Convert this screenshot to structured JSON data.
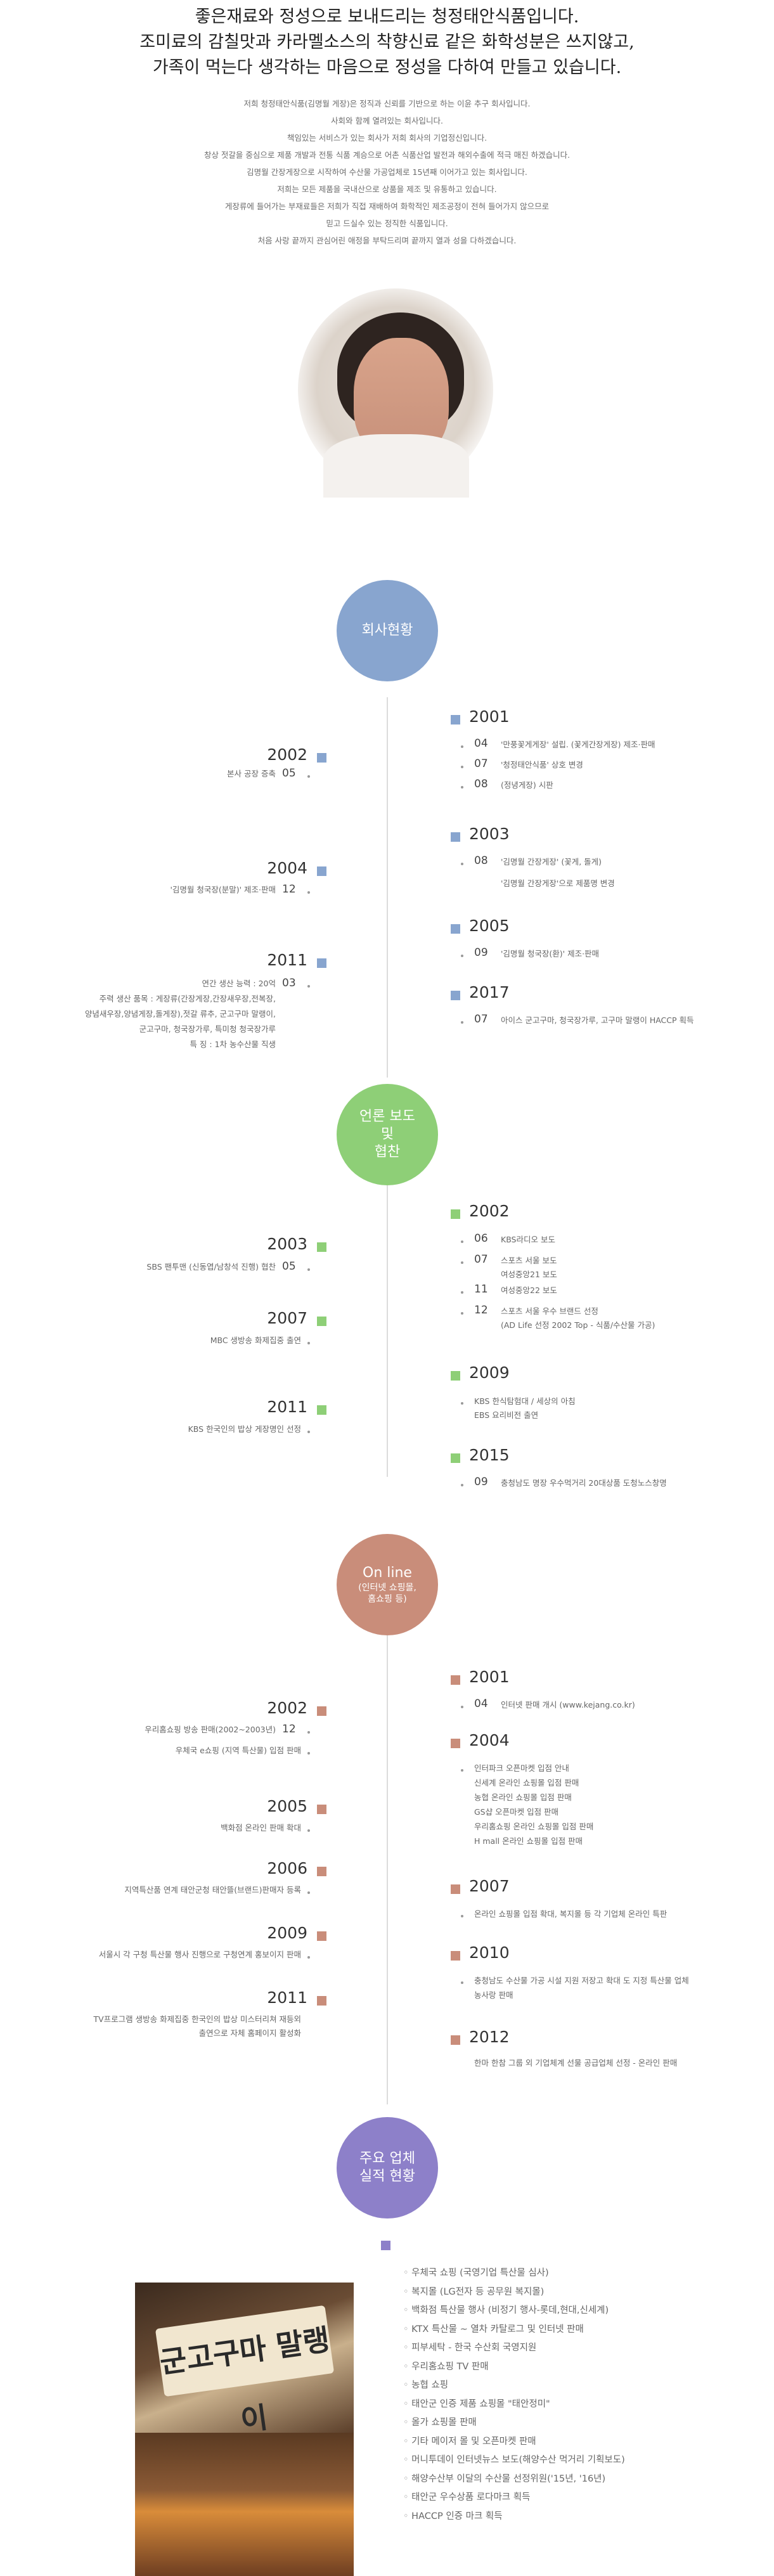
{
  "headline": {
    "line1": "좋은재료와 정성으로 보내드리는 청정태안식품입니다.",
    "line2": "조미료의 감칠맛과 카라멜소스의 착향신료 같은 화학성분은 쓰지않고,",
    "line3": "가족이 먹는다 생각하는 마음으로 정성을 다하여 만들고 있습니다."
  },
  "intro": [
    "저희 청정태안식품(김명월 게장)은 정직과 신뢰를 기반으로 하는 이윤 추구 회사입니다.",
    "사회와 함께 열려있는 회사입니다.",
    "책임있는 서비스가 있는 회사가 저희 회사의 기업정신입니다.",
    "창상 젓갈을 중심으로 제품 개발과 전통 식품 계승으로 어촌 식품산업 발전과 해외수출에 적극 매진 하겠습니다.",
    "김명월 간장게장으로 시작하여 수산물 가공업체로 15년째 이어가고 있는 회사입니다.",
    "저희는 모든 제품을 국내산으로 상품을 제조 및 유통하고 있습니다.",
    "게장류에 들어가는 부재료들은 저희가 직접 재배하여 화학적인 제조공정이 전혀 들어가지 않으므로",
    "믿고 드실수 있는 정직한 식품입니다.",
    "처음 사랑 끝까지 관심어린 애정을 부탁드리며 끝까지 열과 성을 다하겠습니다."
  ],
  "colors": {
    "blue": "#88a5cf",
    "green": "#8ecf77",
    "rose": "#c98d7a",
    "purple": "#8d80c9"
  },
  "sections": {
    "s1": {
      "title": "회사현황",
      "right": [
        {
          "year": "2001",
          "items": [
            {
              "mo": "04",
              "text": "'만풍꽃게게장' 설립. (꽃게간장게장) 제조·판매"
            },
            {
              "mo": "07",
              "text": "'청정태안식품' 상호 변경"
            },
            {
              "mo": "08",
              "text": "(정녕게장) 시판"
            }
          ]
        },
        {
          "year": "2003",
          "items": [
            {
              "mo": "08",
              "text": "'김명월 간장게장' (꽃게, 돌게)"
            },
            {
              "mo": "",
              "text": "'김명월 간장게장'으로 제품명 변경"
            }
          ]
        },
        {
          "year": "2005",
          "items": [
            {
              "mo": "09",
              "text": "'김명월 청국장(환)' 제조·판매"
            }
          ]
        },
        {
          "year": "2017",
          "items": [
            {
              "mo": "07",
              "text": "아이스 군고구마, 청국장가루, 고구마 말랭이 HACCP 획득"
            }
          ]
        }
      ],
      "left": [
        {
          "year": "2002",
          "mo": "05",
          "lines": [
            "본사 공장 증축"
          ]
        },
        {
          "year": "2004",
          "mo": "12",
          "lines": [
            "'김명월 청국장(분말)' 제조·판매"
          ]
        },
        {
          "year": "2011",
          "mo": "03",
          "lines": [
            "연간 생산 능력 : 20억",
            "주력 생산 품목 : 게장류(간장게장,간장새우장,전복장,",
            "양념새우장,양념게장,돌게장),젓갈 류추, 군고구마 말랭이,",
            "군고구마, 청국장가루, 특미청 청국장가루",
            "특 징 : 1차 농수산물 직생"
          ]
        }
      ]
    },
    "s2": {
      "title_lines": [
        "언론 보도",
        "및",
        "협찬"
      ],
      "right": [
        {
          "year": "2002",
          "items": [
            {
              "mo": "06",
              "text": "KBS라디오 보도"
            },
            {
              "mo": "07",
              "text": "스포츠 서울 보도"
            },
            {
              "mo": "",
              "text": "여성중앙21 보도"
            },
            {
              "mo": "11",
              "text": "여성중앙22 보도"
            },
            {
              "mo": "12",
              "text": "스포츠 서울 우수 브랜드 선정"
            },
            {
              "mo": "",
              "text": "(AD Life 선정 2002 Top - 식품/수산물 가공)"
            }
          ]
        },
        {
          "year": "2009",
          "items": [
            {
              "mo": "",
              "text": "KBS 한식탐험대 / 세상의 아침"
            },
            {
              "mo": "",
              "text": "EBS 요리비전 출연"
            }
          ]
        },
        {
          "year": "2015",
          "items": [
            {
              "mo": "09",
              "text": "충청남도 명장 우수먹거리 20대상품 도청노스창명"
            }
          ]
        }
      ],
      "left": [
        {
          "year": "2003",
          "mo": "05",
          "lines": [
            "SBS 팬투맨 (신동엽/남창석 진행) 협찬"
          ]
        },
        {
          "year": "2007",
          "mo": "",
          "lines": [
            "MBC 생방송 화제집중 출연"
          ]
        },
        {
          "year": "2011",
          "mo": "",
          "lines": [
            "KBS 한국인의 밥상 게장명인 선정"
          ]
        }
      ]
    },
    "s3": {
      "title": "On line",
      "subtitle_lines": [
        "(인터넷 쇼핑몰,",
        "홈쇼핑 등)"
      ],
      "right": [
        {
          "year": "2001",
          "items": [
            {
              "mo": "04",
              "text": "인터넷 판매 개시 (www.kejang.co.kr)"
            }
          ]
        },
        {
          "year": "2004",
          "items": [
            {
              "mo": "",
              "text": "인터파크 오픈마켓 입점 안내"
            },
            {
              "mo": "",
              "text": "신세계 온라인 쇼핑몰 입점 판매"
            },
            {
              "mo": "",
              "text": "농협 온라인 쇼핑몰 입점 판매"
            },
            {
              "mo": "",
              "text": "GS샵 오픈마켓 입점 판매"
            },
            {
              "mo": "",
              "text": "우리홈쇼핑 온라인 쇼핑몰 입점 판매"
            },
            {
              "mo": "",
              "text": "H mall 온라인 쇼핑몰 입점 판매"
            }
          ]
        },
        {
          "year": "2007",
          "items": [
            {
              "mo": "",
              "text": "온라인 쇼핑몰 입점 확대, 복지몰 등 각 기업체 온라인 특판"
            }
          ]
        },
        {
          "year": "2010",
          "items": [
            {
              "mo": "",
              "text": "충청남도 수산물 가공 시설 지원 저장고 확대 도 지정 특산물 업체"
            },
            {
              "mo": "",
              "text": "농사랑 판매"
            }
          ]
        },
        {
          "year": "2012",
          "items": [
            {
              "mo": "",
              "text": "한마 한참 그룹 외 기업체계 선물 공급업체 선정 - 온라인 판매"
            }
          ]
        }
      ],
      "left": [
        {
          "year": "2002",
          "mo": "12",
          "lines": [
            "우리홈쇼핑 방송 판매(2002~2003년)"
          ]
        },
        {
          "year": "",
          "mo": "",
          "lines": [
            "우체국 e쇼핑 (지역 특산물) 입점 판매"
          ]
        },
        {
          "year": "2005",
          "mo": "",
          "lines": [
            "백화점 온라인 판매 확대"
          ]
        },
        {
          "year": "2006",
          "mo": "",
          "lines": [
            "지역특산품 연계 태안군청 태안뜰(브랜드)판매자 등록"
          ]
        },
        {
          "year": "2009",
          "mo": "",
          "lines": [
            "서울시 각 구청 특산물 행사 진행으로 구청연계 홍보이지 판매"
          ]
        },
        {
          "year": "2011",
          "mo": "",
          "lines": [
            "TV프로그램 생방송 화제집중 한국인의 밥상 미스터리쳐 재등외",
            "출연으로 자체 홈페이지 활성화"
          ]
        }
      ]
    },
    "s4": {
      "title_lines": [
        "주요 업체",
        "실적 현황"
      ]
    }
  },
  "photo_label": "군고구마 말랭이",
  "achievements": [
    "우체국 쇼핑 (국영기업 특산물 심사)",
    "복지몰 (LG전자 등 공무원 복지몰)",
    "백화점 특산물 행사 (비정기 행사-롯데,현대,신세계)",
    "KTX 특산물 ~ 열차 카탈로그 및 인터넷 판매",
    "피부세탁 - 한국 수산회 국영지원",
    "우리홈쇼핑 TV 판매",
    "농협 쇼핑",
    "태안군 인증 제품 쇼핑몰 \"태안정미\"",
    "올가 쇼핑몰 판매",
    "기타 메이저 몰 및 오픈마켓 판매",
    "머니투데이 인터넷뉴스 보도(해양수산 먹거리 기획보도)",
    "해양수산부 이달의 수산물 선정위원('15년, '16년)",
    "태안군 우수상품 로다마크 획득",
    "HACCP 인증 마크 획득"
  ]
}
